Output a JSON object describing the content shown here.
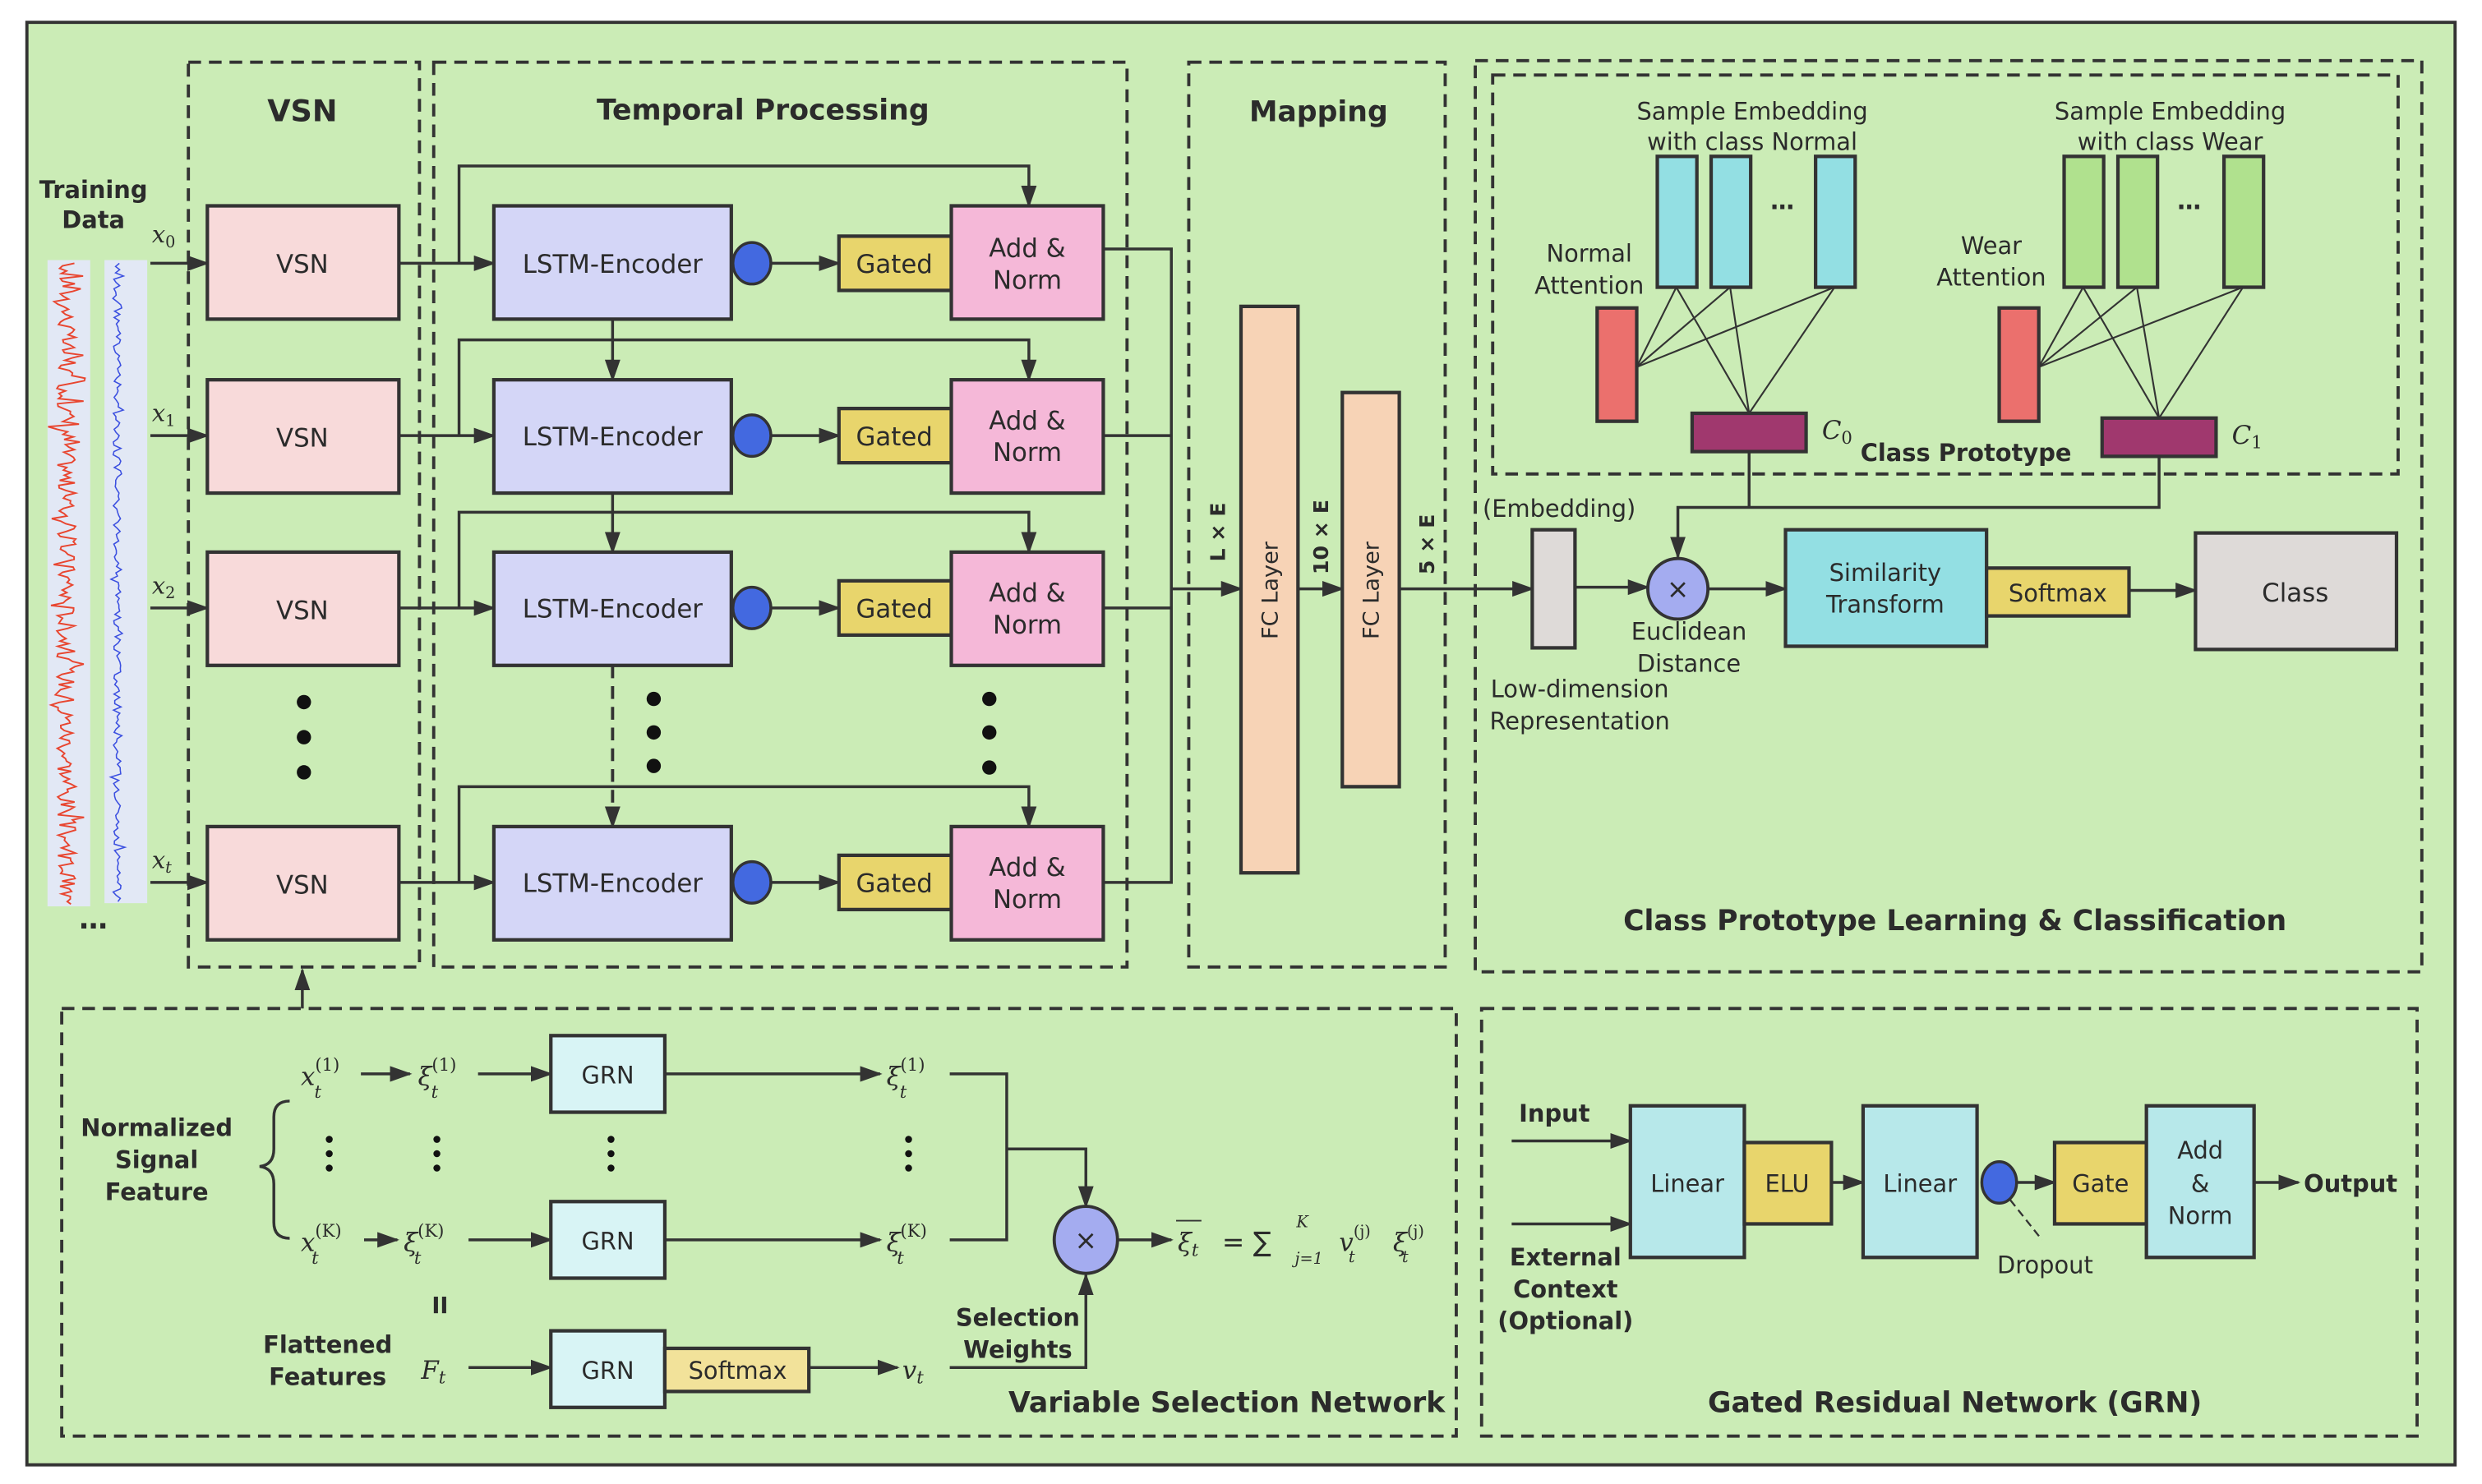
{
  "colors": {
    "outer_bg": "#cbecb6",
    "panel_bg": "#e4f5da",
    "vsn_box": "#f8dada",
    "lstm_box": "#d4d6f7",
    "gated": "#e8d56c",
    "addnorm": "#f5b8d8",
    "fc": "#f7d3b6",
    "proto_panel": "#fbf8ea",
    "normal_emb": "#93dfe3",
    "wear_emb": "#b0e18e",
    "attention": "#eb706d",
    "prototype": "#a0386e",
    "dropout_dot": "#4369e0",
    "euclid": "#a4acf0",
    "similarity": "#93dfe3",
    "class_box": "#dedad8",
    "vsn_panel": "#fadcdc",
    "grn_panel": "#daf4f3",
    "grn_box": "#d8f4f5",
    "grn_linear": "#b7e8ea"
  },
  "training_data": {
    "label_line1": "Training",
    "label_line2": "Data",
    "more": "…",
    "inputs": [
      "x0",
      "x1",
      "x2",
      "xt"
    ]
  },
  "vsn_section": {
    "title": "VSN",
    "box_label": "VSN",
    "rows": 4
  },
  "temporal": {
    "title": "Temporal Processing",
    "encoder_label": "LSTM-Encoder",
    "gated_label": "Gated",
    "addnorm_line1": "Add &",
    "addnorm_line2": "Norm"
  },
  "mapping": {
    "title": "Mapping",
    "fc1_label": "FC Layer",
    "fc2_label": "FC Layer",
    "dim_in": "L × E",
    "dim_mid": "10 × E",
    "dim_out": "5 × E"
  },
  "prototype": {
    "normal_title_1": "Sample Embedding",
    "normal_title_2": "with class Normal",
    "wear_title_1": "Sample Embedding",
    "wear_title_2": "with class Wear",
    "ellipsis": "…",
    "normal_attention_1": "Normal",
    "normal_attention_2": "Attention",
    "wear_attention_1": "Wear",
    "wear_attention_2": "Attention",
    "c0": "C",
    "c0_sub": "0",
    "c1": "C",
    "c1_sub": "1",
    "caption": "Class Prototype"
  },
  "classification": {
    "embedding_label": "(Embedding)",
    "lowdim_1": "Low-dimension",
    "lowdim_2": "Representation",
    "euclid_symbol": "×",
    "euclid_1": "Euclidean",
    "euclid_2": "Distance",
    "similarity_1": "Similarity",
    "similarity_2": "Transform",
    "softmax": "Softmax",
    "class": "Class",
    "title": "Class Prototype Learning & Classification"
  },
  "vsn_detail": {
    "left_1": "Normalized",
    "left_2": "Signal",
    "left_3": "Feature",
    "x1": "x",
    "x1_sup": "(1)",
    "xk": "x",
    "xk_sup": "(K)",
    "sub_t": "t",
    "xi": "ξ",
    "grn": "GRN",
    "vdots": "⋮",
    "equals_parallel": "II",
    "flattened_1": "Flattened",
    "flattened_2": "Features",
    "ft": "F",
    "softmax": "Softmax",
    "vt": "v",
    "selection_1": "Selection",
    "selection_2": "Weights",
    "mult": "×",
    "formula": "= ∑",
    "formula_top": "K",
    "formula_bottom": "j=1",
    "formula_v": "v",
    "formula_j": "(j)",
    "title": "Variable Selection Network"
  },
  "grn_detail": {
    "input": "Input",
    "ext_1": "External",
    "ext_2": "Context",
    "ext_3": "(Optional)",
    "linear1": "Linear",
    "elu": "ELU",
    "linear2": "Linear",
    "dropout": "Dropout",
    "gate": "Gate",
    "addnorm_1": "Add",
    "addnorm_2": "&",
    "addnorm_3": "Norm",
    "output": "Output",
    "title": "Gated Residual Network (GRN)"
  }
}
